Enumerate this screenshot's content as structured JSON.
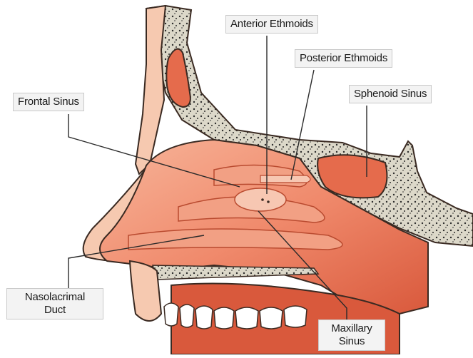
{
  "labels": {
    "anterior_ethmoids": "Anterior Ethmoids",
    "posterior_ethmoids": "Posterior Ethmoids",
    "sphenoid_sinus": "Sphenoid Sinus",
    "frontal_sinus": "Frontal Sinus",
    "nasolacrimal_line1": "Nasolacrimal",
    "nasolacrimal_line2": "Duct",
    "maxillary_line1": "Maxillary",
    "maxillary_line2": "Sinus"
  },
  "colors": {
    "tissue": "#f08a6c",
    "tissue_light": "#f7b59a",
    "tissue_dark": "#d9593c",
    "skin": "#f6c9b0",
    "bone": "#d9d6c8",
    "bone_speckle": "#2b2b2b",
    "sinus": "#e56b4c",
    "outline": "#3a2a22"
  }
}
